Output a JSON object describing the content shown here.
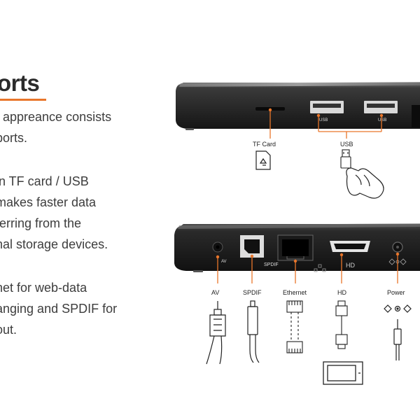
{
  "heading": "orts",
  "paragraphs": [
    [
      "t appreance consists",
      "ports."
    ],
    [
      "in TF card / USB",
      "makes faster data",
      "ferring from the",
      "nal storage devices."
    ],
    [
      "net for web-data",
      "anging and SPDIF for",
      "out."
    ]
  ],
  "top_device": {
    "labels": {
      "tf_card": "TF Card",
      "usb": "USB"
    },
    "port_marks": {
      "usb1": "USB",
      "usb2": "USB"
    }
  },
  "bottom_device": {
    "labels": {
      "av": "AV",
      "spdif": "SPDIF",
      "ethernet": "Ethernet",
      "hd": "HD",
      "power": "Power"
    },
    "port_marks": {
      "av": "AV",
      "spdif": "SPDIF",
      "hd": "HD"
    }
  },
  "colors": {
    "accent": "#e9762b",
    "device": "#2a2a2a",
    "text": "#3a3a3a"
  }
}
